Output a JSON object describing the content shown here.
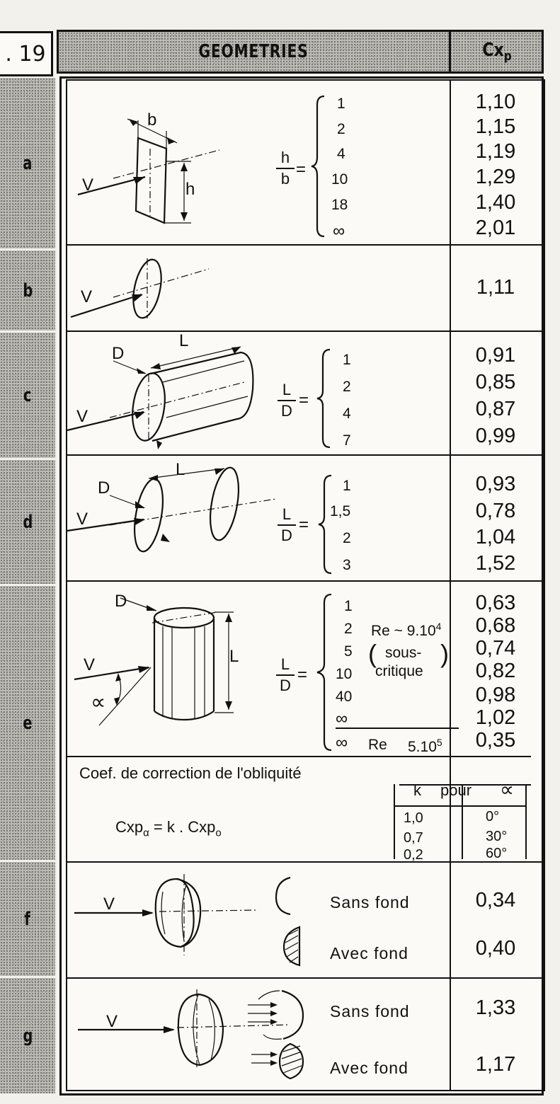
{
  "header": {
    "table_number": ". 19",
    "title": "GEOMETRIES",
    "value_col": "Cxp"
  },
  "rows": [
    {
      "label": "a",
      "param": "h/b",
      "ratios": [
        "1",
        "2",
        "4",
        "10",
        "18",
        "∞"
      ],
      "values": [
        "1,10",
        "1,15",
        "1,19",
        "1,29",
        "1,40",
        "2,01"
      ],
      "dims": [
        "b",
        "h",
        "V"
      ]
    },
    {
      "label": "b",
      "values": [
        "1,11"
      ],
      "dims": [
        "V"
      ]
    },
    {
      "label": "c",
      "param": "L/D",
      "ratios": [
        "1",
        "2",
        "4",
        "7"
      ],
      "values": [
        "0,91",
        "0,85",
        "0,87",
        "0,99"
      ],
      "dims": [
        "D",
        "L",
        "V"
      ]
    },
    {
      "label": "d",
      "param": "L/D",
      "ratios": [
        "1",
        "1,5",
        "2",
        "3"
      ],
      "values": [
        "0,93",
        "0,78",
        "1,04",
        "1,52"
      ],
      "dims": [
        "D",
        "L",
        "V"
      ]
    },
    {
      "label": "e",
      "param": "L/D",
      "ratios": [
        "1",
        "2",
        "5",
        "10",
        "40",
        "∞",
        "∞"
      ],
      "values": [
        "0,63",
        "0,68",
        "0,74",
        "0,82",
        "0,98",
        "1,02",
        "0,35"
      ],
      "dims": [
        "D",
        "L",
        "V",
        "∝"
      ],
      "re_note": "Re ~ 9.10",
      "re_exp": "4",
      "sous": "sous-",
      "critique": "critique",
      "re_last": "Re",
      "re_last_val": "5.10",
      "re_last_exp": "5",
      "oblique": {
        "caption": "Coef. de correction de l'obliquité",
        "formula_lhs": "Cxp",
        "formula_sub": "α",
        "formula_rhs": "= k . Cxp",
        "formula_rhs_sub": "o",
        "col_k": "k",
        "col_pour": "pour",
        "col_alpha": "∝",
        "rows": [
          [
            "1,0",
            "0°"
          ],
          [
            "0,7",
            "30°"
          ],
          [
            "0,2",
            "60°"
          ]
        ]
      }
    },
    {
      "label": "f",
      "items": [
        "Sans fond",
        "Avec fond"
      ],
      "values": [
        "0,34",
        "0,40"
      ],
      "dims": [
        "V"
      ]
    },
    {
      "label": "g",
      "items": [
        "Sans fond",
        "Avec fond"
      ],
      "values": [
        "1,33",
        "1,17"
      ],
      "dims": [
        "V"
      ]
    }
  ]
}
